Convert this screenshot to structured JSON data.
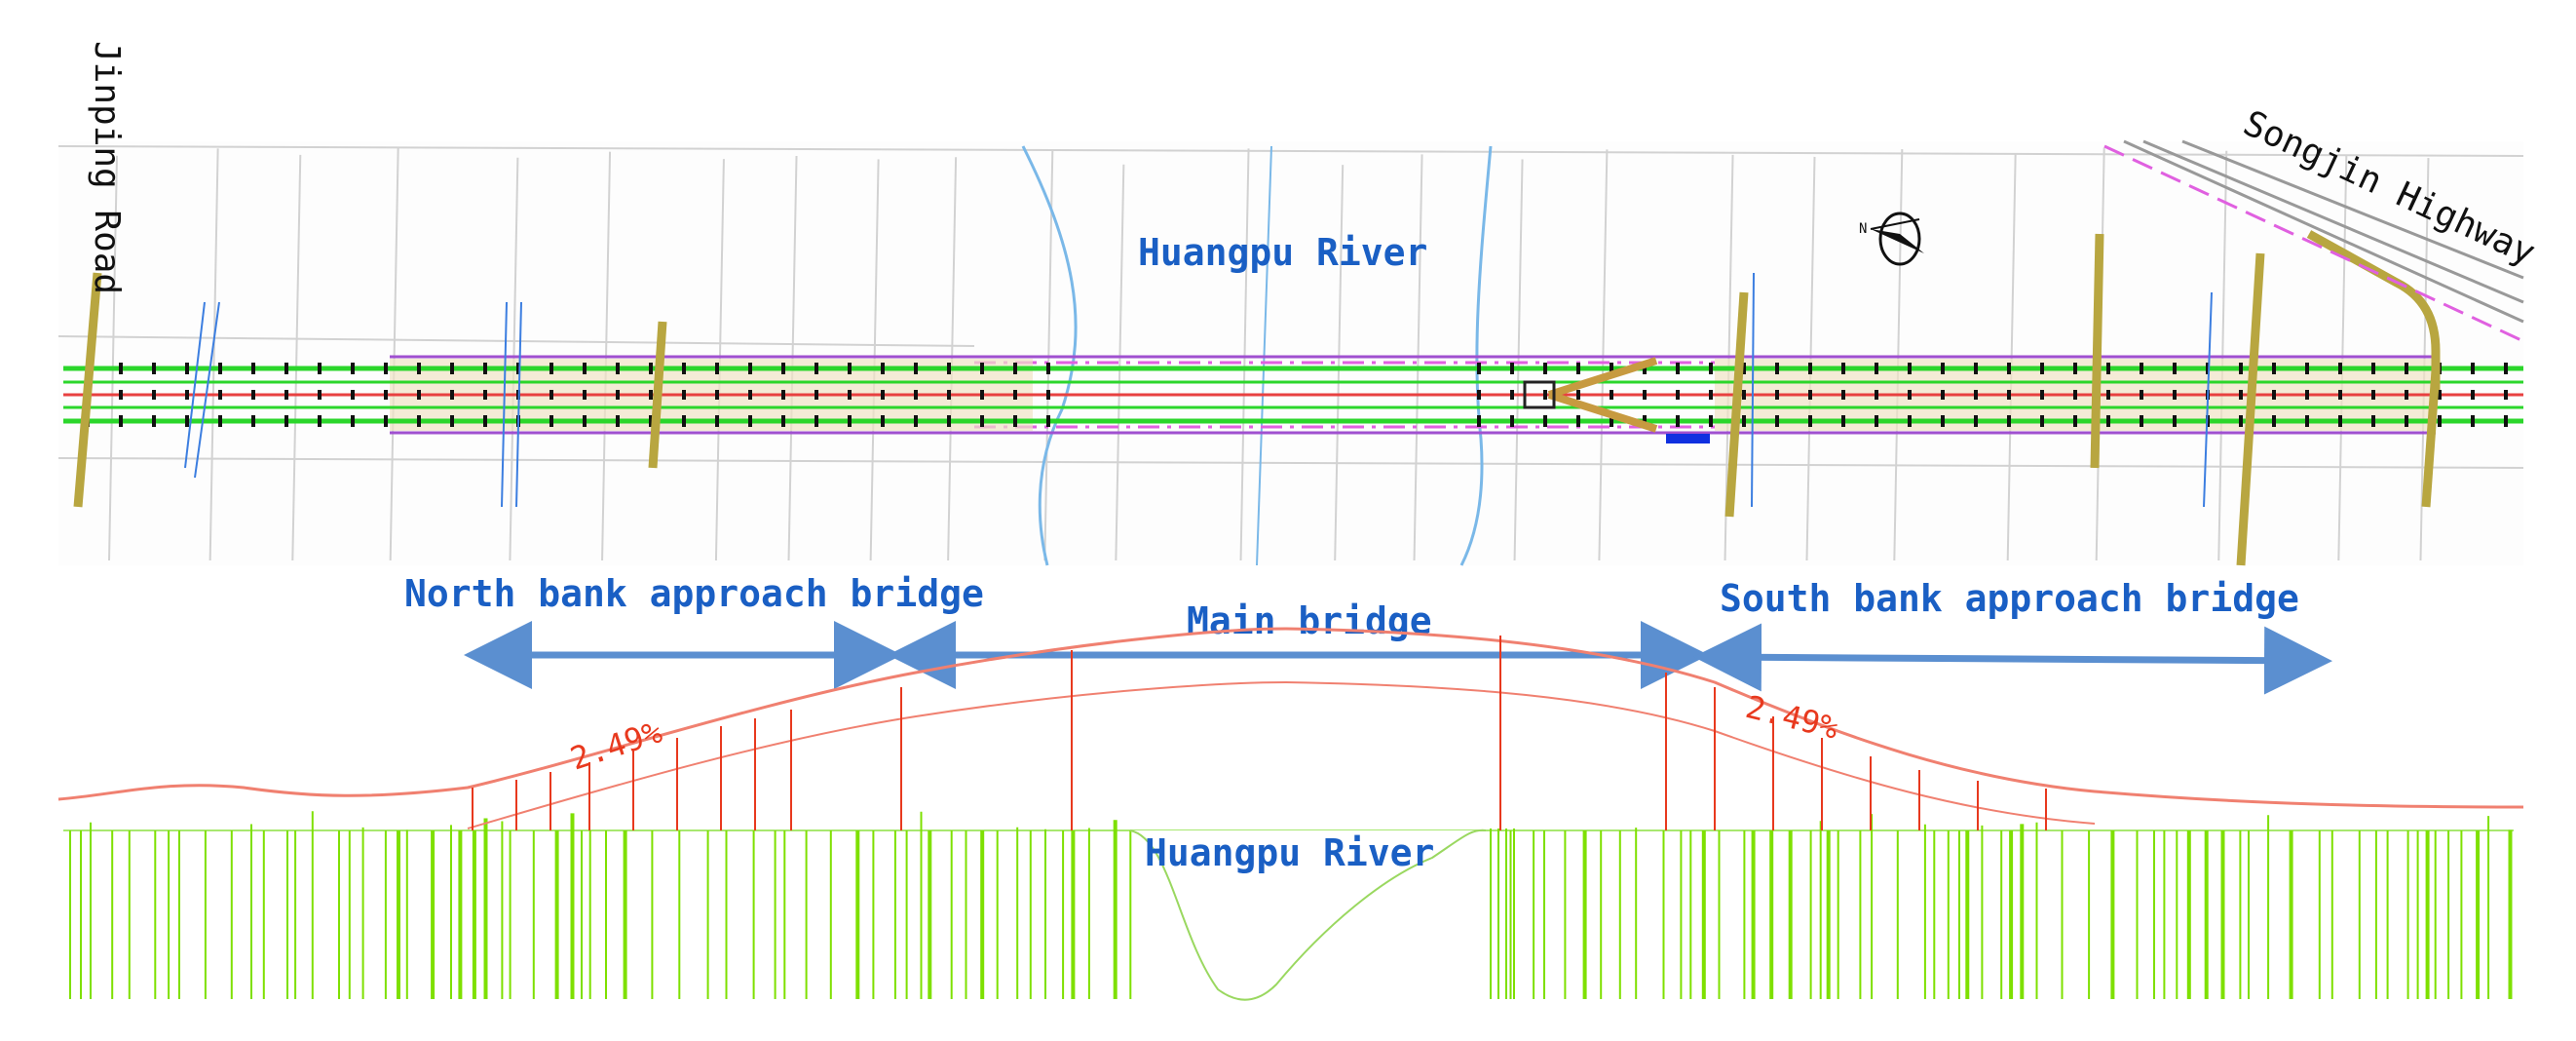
{
  "plan": {
    "road_left": "Jinping Road",
    "road_right": "Songjin Highway",
    "river_label": "Huangpu River"
  },
  "sections": {
    "north": "North bank approach bridge",
    "main": "Main bridge",
    "south": "South bank approach bridge"
  },
  "profile": {
    "grade_left": "2.49%",
    "grade_right": "2.49%",
    "river_label": "Huangpu River"
  },
  "colors": {
    "label_blue": "#1a5fc4",
    "arrow_blue": "#5b8fd0",
    "deck_red": "#e8391e",
    "ground_green": "#7ee000",
    "road_green": "#2bd62b",
    "centerline_red": "#e84040",
    "boundary_magenta": "#e060e0"
  }
}
